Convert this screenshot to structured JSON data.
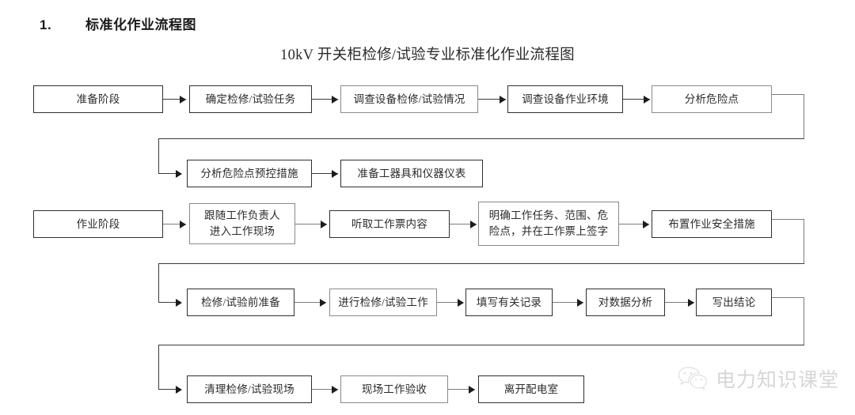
{
  "heading": {
    "number": "1.",
    "text": "标准化作业流程图"
  },
  "chart_title": "10kV 开关柜检修/试验专业标准化作业流程图",
  "watermark": {
    "icon": "wechat-icon",
    "text": "电力知识课堂"
  },
  "flowchart": {
    "type": "flowchart",
    "orientation": "left-to-right, serpentine rows",
    "rows": [
      {
        "id": "row-1",
        "nodes": [
          {
            "id": "n1",
            "label": "准备阶段"
          },
          {
            "id": "n2",
            "label": "确定检修/试验任务"
          },
          {
            "id": "n3",
            "label": "调查设备检修/试验情况"
          },
          {
            "id": "n4",
            "label": "调查设备作业环境"
          },
          {
            "id": "n5",
            "label": "分析危险点"
          }
        ]
      },
      {
        "id": "row-2",
        "nodes": [
          {
            "id": "n6",
            "label": "分析危险点预控措施"
          },
          {
            "id": "n7",
            "label": "准备工器具和仪器仪表"
          }
        ]
      },
      {
        "id": "row-3",
        "nodes": [
          {
            "id": "n8",
            "label": "作业阶段"
          },
          {
            "id": "n9",
            "label": "跟随工作负责人\n进入工作现场"
          },
          {
            "id": "n10",
            "label": "听取工作票内容"
          },
          {
            "id": "n11",
            "label": "明确工作任务、范围、危\n险点，并在工作票上签字"
          },
          {
            "id": "n12",
            "label": "布置作业安全措施"
          }
        ]
      },
      {
        "id": "row-4",
        "nodes": [
          {
            "id": "n13",
            "label": "检修/试验前准备"
          },
          {
            "id": "n14",
            "label": "进行检修/试验工作"
          },
          {
            "id": "n15",
            "label": "填写有关记录"
          },
          {
            "id": "n16",
            "label": "对数据分析"
          },
          {
            "id": "n17",
            "label": "写出结论"
          }
        ]
      },
      {
        "id": "row-5",
        "nodes": [
          {
            "id": "n18",
            "label": "清理检修/试验现场"
          },
          {
            "id": "n19",
            "label": "现场工作验收"
          },
          {
            "id": "n20",
            "label": "离开配电室"
          }
        ]
      }
    ],
    "edges": [
      {
        "from": "n1",
        "to": "n2",
        "kind": "straight"
      },
      {
        "from": "n2",
        "to": "n3",
        "kind": "straight"
      },
      {
        "from": "n3",
        "to": "n4",
        "kind": "straight"
      },
      {
        "from": "n4",
        "to": "n5",
        "kind": "straight"
      },
      {
        "from": "n5",
        "to": "n6",
        "kind": "wrap"
      },
      {
        "from": "n6",
        "to": "n7",
        "kind": "straight"
      },
      {
        "from": "n8",
        "to": "n9",
        "kind": "straight"
      },
      {
        "from": "n9",
        "to": "n10",
        "kind": "straight"
      },
      {
        "from": "n10",
        "to": "n11",
        "kind": "straight"
      },
      {
        "from": "n11",
        "to": "n12",
        "kind": "straight"
      },
      {
        "from": "n12",
        "to": "n13",
        "kind": "wrap"
      },
      {
        "from": "n13",
        "to": "n14",
        "kind": "straight"
      },
      {
        "from": "n14",
        "to": "n15",
        "kind": "straight"
      },
      {
        "from": "n15",
        "to": "n16",
        "kind": "straight"
      },
      {
        "from": "n16",
        "to": "n17",
        "kind": "straight"
      },
      {
        "from": "n17",
        "to": "n18",
        "kind": "wrap"
      },
      {
        "from": "n18",
        "to": "n19",
        "kind": "straight"
      },
      {
        "from": "n19",
        "to": "n20",
        "kind": "straight"
      }
    ]
  }
}
